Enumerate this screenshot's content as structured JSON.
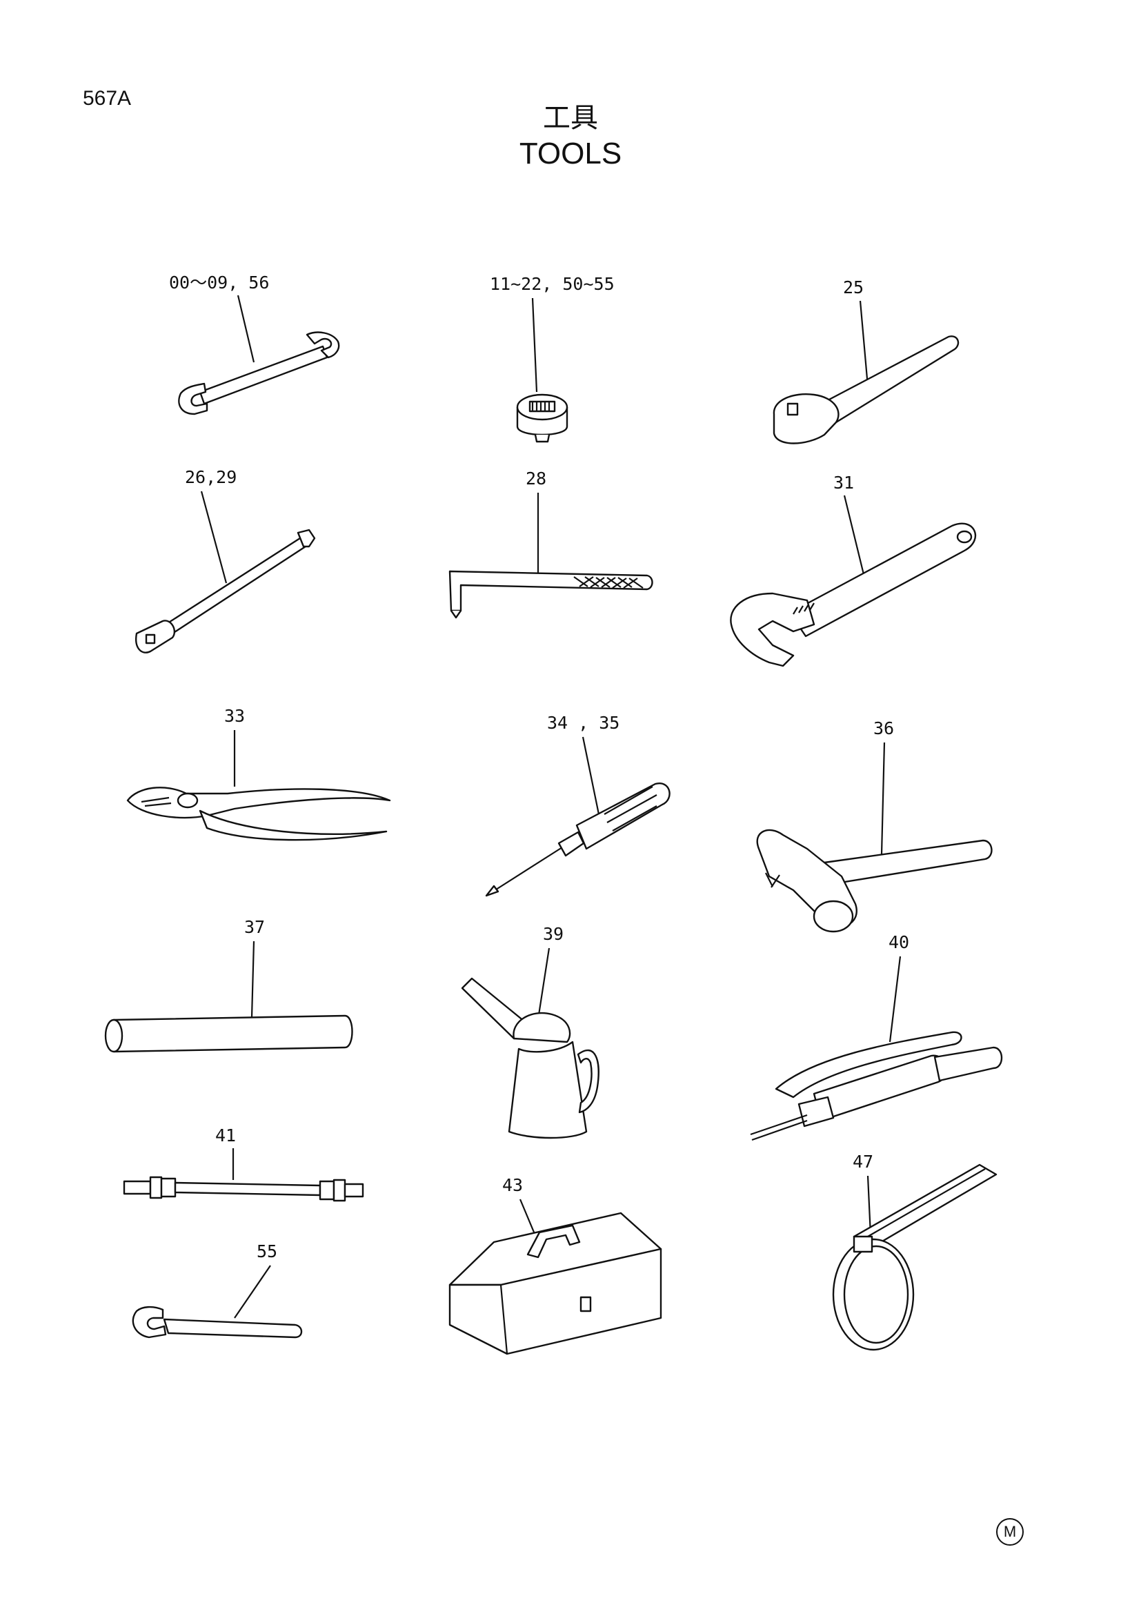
{
  "page": {
    "number": "567A",
    "title_ja": "工具",
    "title_en": "TOOLS",
    "mark": "M"
  },
  "parts": [
    {
      "id": "wrench-double",
      "label": "00～09, 56"
    },
    {
      "id": "socket",
      "label": "11~22, 50~55"
    },
    {
      "id": "ratchet-handle",
      "label": "25"
    },
    {
      "id": "extension-bar",
      "label": "26,29"
    },
    {
      "id": "hex-key",
      "label": "28"
    },
    {
      "id": "adjustable-wrench",
      "label": "31"
    },
    {
      "id": "pliers",
      "label": "33"
    },
    {
      "id": "screwdriver",
      "label": "34 , 35"
    },
    {
      "id": "hammer",
      "label": "36"
    },
    {
      "id": "pipe",
      "label": "37"
    },
    {
      "id": "oil-can",
      "label": "39"
    },
    {
      "id": "grease-gun",
      "label": "40"
    },
    {
      "id": "hose",
      "label": "41"
    },
    {
      "id": "toolbox",
      "label": "43"
    },
    {
      "id": "filter-wrench",
      "label": "47"
    },
    {
      "id": "single-wrench",
      "label": "55"
    }
  ]
}
